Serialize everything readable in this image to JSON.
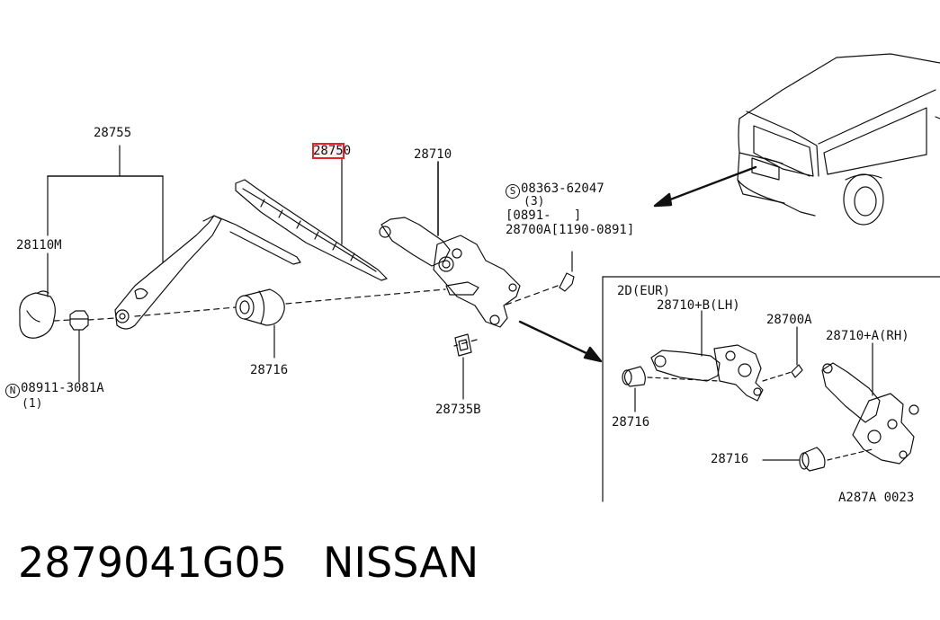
{
  "labels": {
    "p28755": "28755",
    "p28750_hl": "2875",
    "p28750_rest": "0",
    "p28710": "28710",
    "p28110m": "28110M",
    "p28716": "28716",
    "nut_sym": "N",
    "nut_part": "08911-3081A",
    "nut_qty": "(1)",
    "bolt_sym": "S",
    "bolt_part": "08363-62047",
    "bolt_qty": "(3)",
    "bolt_range": "[0891-   ]",
    "p28700a_range": "28700A[1190-0891]",
    "p28735b": "28735B",
    "inset_title": "2D(EUR)",
    "inset_lh": "28710+B(LH)",
    "inset_28700a": "28700A",
    "inset_rh": "28710+A(RH)",
    "inset_28716_a": "28716",
    "inset_28716_b": "28716",
    "diagram_code": "A287A 0023"
  },
  "footer": {
    "part_number": "2879041G05",
    "brand": "NISSAN"
  },
  "colors": {
    "line": "#111111",
    "highlight": "#e8202a",
    "background": "#ffffff"
  }
}
